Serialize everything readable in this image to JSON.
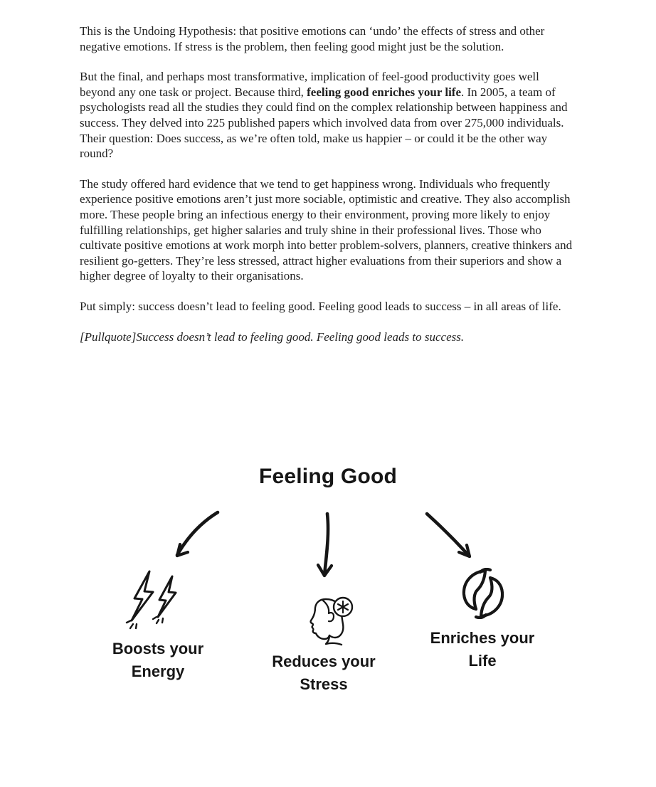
{
  "page": {
    "background": "#ffffff",
    "text_color": "#1f1f1f"
  },
  "article": {
    "p1": "This is the Undoing Hypothesis: that positive emotions can ‘undo’ the effects of stress and other negative emotions. If stress is the problem, then feeling good might just be the solution.",
    "p2_before": "But the final, and perhaps most transformative, implication of feel-good productivity goes well beyond any one task or project. Because third, ",
    "p2_bold": "feeling good enriches your life",
    "p2_after": ". In 2005, a team of psychologists read all the studies they could find on the complex relationship between happiness and success. They delved into 225 published papers which involved data from over 275,000 individuals. Their question: Does success, as we’re often told, make us happier – or could it be the other way round?",
    "p3": "The study offered hard evidence that we tend to get happiness wrong. Individuals who frequently experience positive emotions aren’t just more sociable, optimistic and creative. They also accomplish more. These people bring an infectious energy to their environment, proving more likely to enjoy fulfilling relationships, get higher salaries and truly shine in their professional lives. Those who cultivate positive emotions at work morph into better problem-solvers, planners, creative thinkers and resilient go-getters. They’re less stressed, attract higher evaluations from their superiors and show a higher degree of loyalty to their organisations.",
    "p4": "Put simply: success doesn’t lead to feeling good. Feeling good leads to success – in all areas of life.",
    "pullquote": "[Pullquote]Success doesn’t lead to feeling good. Feeling good leads to success."
  },
  "diagram": {
    "title": "Feeling Good",
    "ink_color": "#161616",
    "nodes": [
      {
        "id": "energy",
        "icon": "lightning-bolts-icon",
        "label": "Boosts your Energy"
      },
      {
        "id": "stress",
        "icon": "head-asterisk-icon",
        "label": "Reduces your Stress"
      },
      {
        "id": "life",
        "icon": "leaf-cycle-icon",
        "label": "Enriches your Life"
      }
    ]
  }
}
